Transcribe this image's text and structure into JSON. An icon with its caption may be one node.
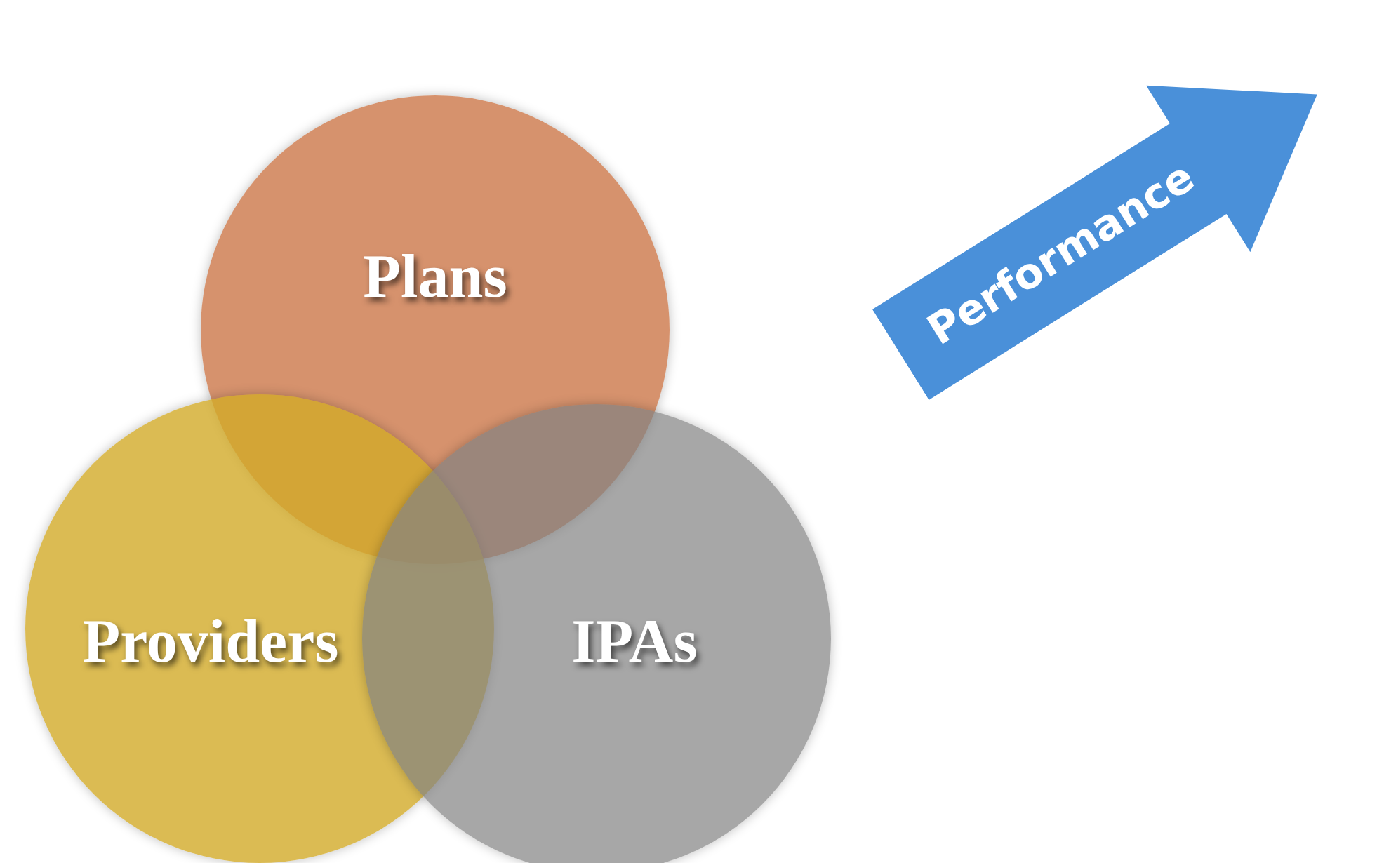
{
  "diagram": {
    "nodes": [
      {
        "text": [
          "Plans"
        ]
      },
      {
        "text": [
          "Providers"
        ]
      },
      {
        "text": [
          "IPAs"
        ]
      },
      {
        "text": [
          "Performance"
        ]
      }
    ],
    "edges": []
  }
}
